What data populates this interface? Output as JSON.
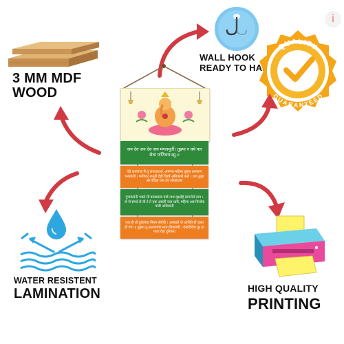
{
  "features": {
    "mdf": {
      "line1": "3 MM MDF",
      "line2": "WOOD"
    },
    "hook": {
      "line1": "WALL HOOK",
      "line2": "READY TO HANG"
    },
    "water": {
      "line1": "WATER RESISTENT",
      "line2": "LAMINATION"
    },
    "print": {
      "line1": "HIGH QUALITY",
      "line2": "PRINTING"
    }
  },
  "badge": {
    "top": "QUALITY",
    "bottom": "GUARANTEED"
  },
  "brand": {
    "letter": "i"
  },
  "product": {
    "strip1": "जय देव जय देव जय मंगलमूर्ती। तुझ्या न क्ये पार सेवा फणिवरा॥ध्रु.॥",
    "strip2": "देहे शरणांचा मैं तू जगदाधार्श, अमंगल महिमा तुझ्या कल्याण भक्तांशी । फणिवर राऊरी देही विश्वे अधिकारी करी । जय तुझा ओ वंदिता जय देव लोकाधारा",
    "strip3": "गुणवंतांनी भक्ते मी काबाबला याडे नाथ वृक्षदेहे लागलेले ताप । जे जे संपदे से वी ते ते एक आरती जल धारी, महिमा अष्ट त्रिलोक पावी अधिकारी",
    "strip4": "एक ही तो दुर्बलांचा नियम सेवेची । आम्हाले जे आधिते ही दासा ही गंगा ॥ तुझ्या तू कल्याणचा माता विश्वाची । देवाधिदेवा तूर हा पावा देहा दुरीकरा"
  },
  "colors": {
    "arrow": "#d03a43",
    "gold": "#f5a516",
    "hook": "#7ec8f0",
    "green_strip": "#2f8a3c",
    "orange_strip": "#ee7d20"
  },
  "icons": {
    "arrows": "curved-arrow-icon",
    "hook": "wall-hook-icon",
    "badge": "quality-badge-icon",
    "water": "water-drop-icon",
    "printer": "printer-icon",
    "wood": "mdf-wood-icon"
  }
}
